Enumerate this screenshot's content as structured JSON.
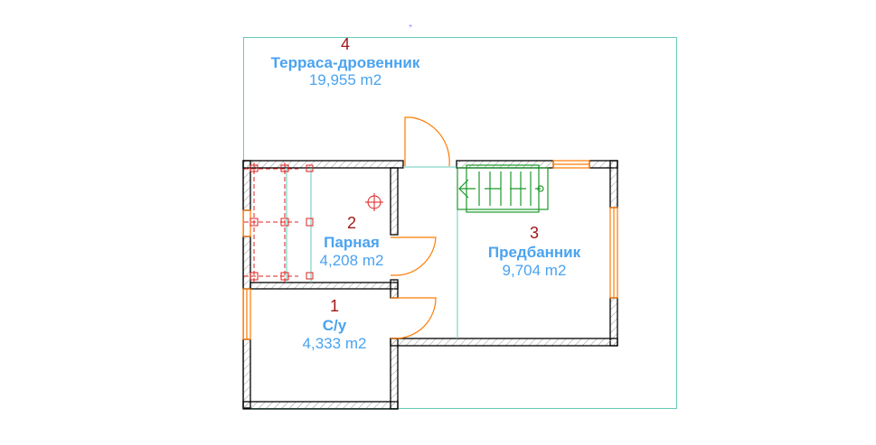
{
  "plan": {
    "rooms": [
      {
        "number": "1",
        "name": "С/у",
        "area": "4,333 m2"
      },
      {
        "number": "2",
        "name": "Парная",
        "area": "4,208 m2"
      },
      {
        "number": "3",
        "name": "Предбанник",
        "area": "9,704 m2"
      },
      {
        "number": "4",
        "name": "Терраса-дровенник",
        "area": "19,955 m2"
      }
    ],
    "colors": {
      "wall": "#000000",
      "door": "#ff7a00",
      "zone": "#66ccb8",
      "stair": "#1a9a2a",
      "number": "#a01818",
      "label": "#4aa3f0"
    }
  }
}
